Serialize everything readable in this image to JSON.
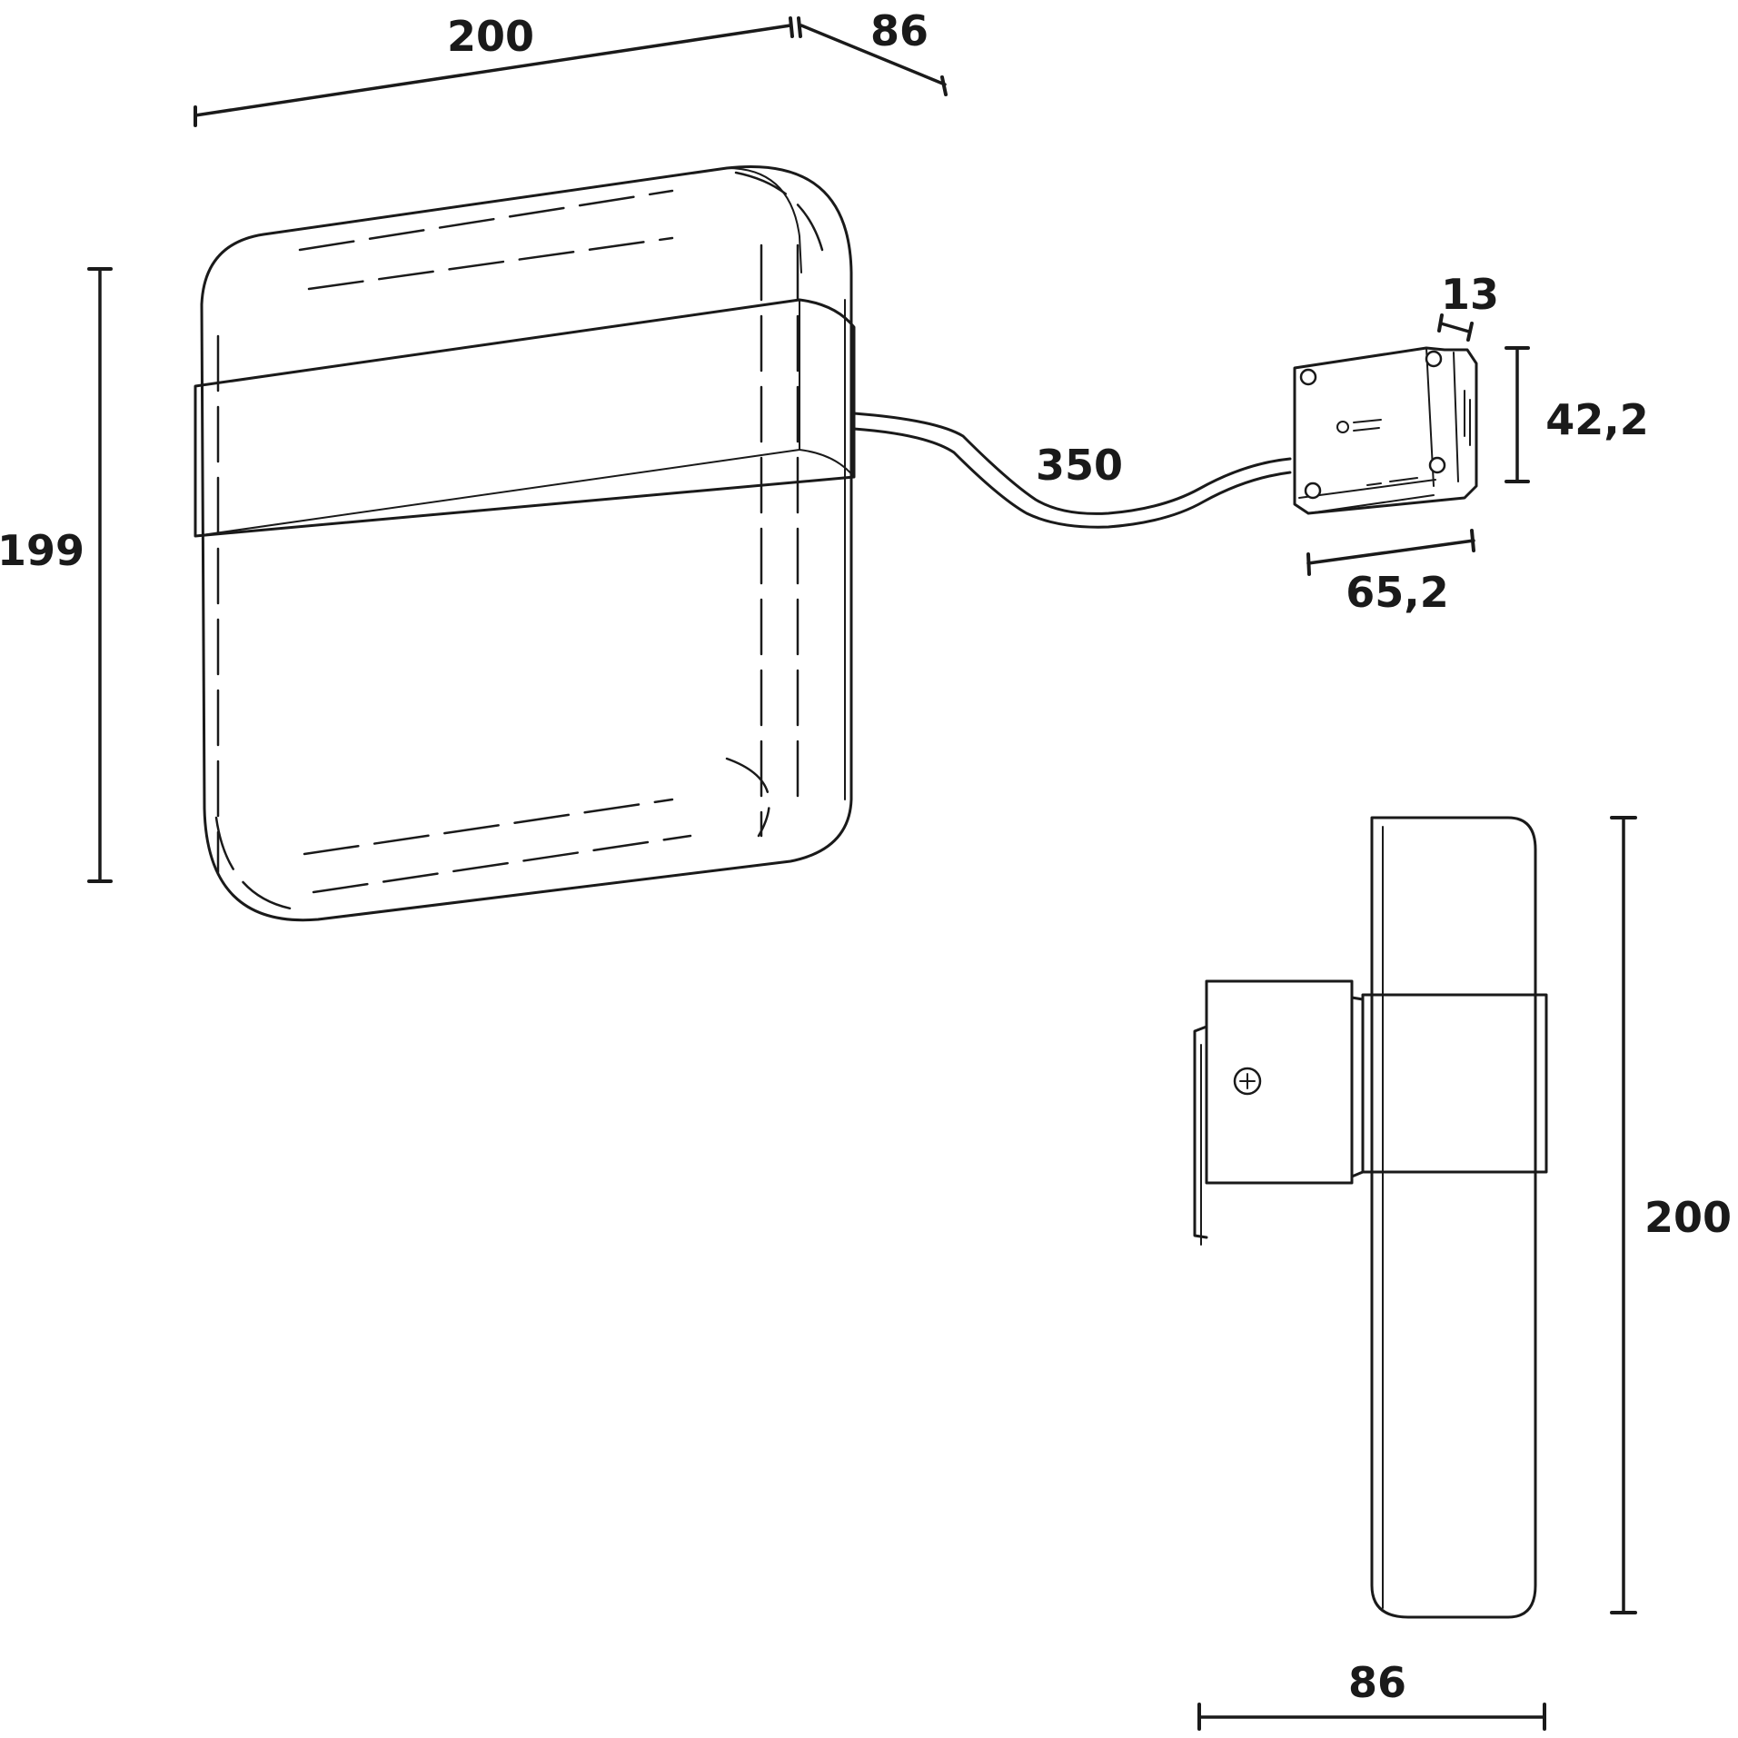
{
  "dimensions": {
    "top_width": "200",
    "top_depth": "86",
    "left_height": "199",
    "cable_length": "350",
    "driver_thickness": "13",
    "driver_height": "42,2",
    "driver_width": "65,2",
    "side_height": "200",
    "side_depth": "86"
  }
}
